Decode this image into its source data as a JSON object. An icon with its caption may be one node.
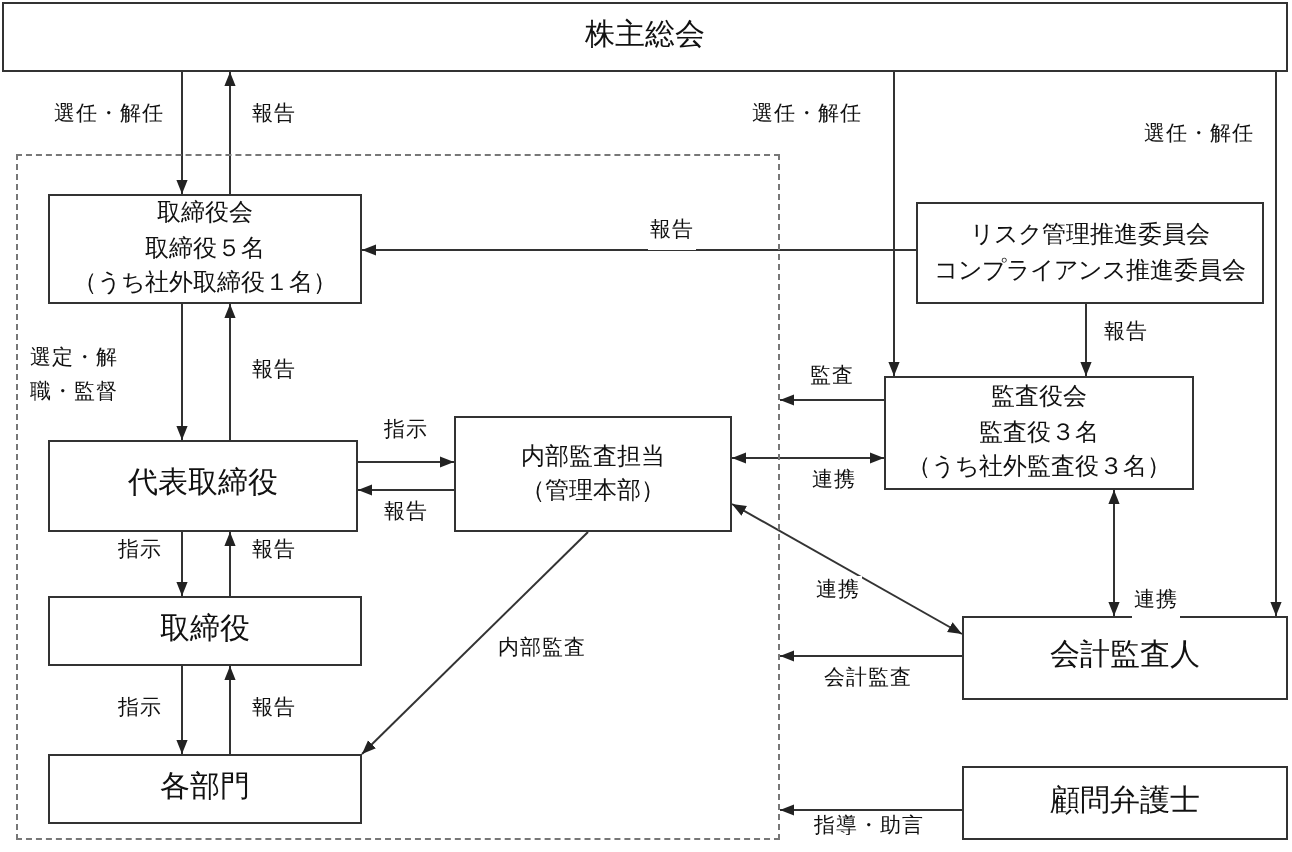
{
  "diagram": {
    "nodes": [
      {
        "text": [
          "株主総会"
        ]
      },
      {
        "text": [],
        "shape": "box"
      },
      {
        "text": [
          "取締役会",
          "取締役５名",
          "（うち社外取締役１名）"
        ],
        "in": 1
      },
      {
        "text": [
          "代表取締役"
        ],
        "in": 1
      },
      {
        "text": [
          "取締役"
        ],
        "in": 1
      },
      {
        "text": [
          "各部門"
        ],
        "in": 1
      },
      {
        "text": [
          "内部監査担当",
          "（管理本部）"
        ],
        "in": 1
      },
      {
        "text": [
          "リスク管理推進委員会",
          "コンプライアンス推進委員会"
        ]
      },
      {
        "text": [
          "監査役会",
          "監査役３名",
          "（うち社外監査役３名）"
        ]
      },
      {
        "text": [
          "会計監査人"
        ]
      },
      {
        "text": [
          "顧問弁護士"
        ]
      }
    ],
    "edges": [
      {
        "from": 0,
        "to": 2,
        "arrow": "to",
        "label": "選任・解任"
      },
      {
        "from": 2,
        "to": 0,
        "arrow": "to",
        "label": "報告"
      },
      {
        "from": 0,
        "to": 8,
        "arrow": "to",
        "label": "選任・解任"
      },
      {
        "from": 0,
        "to": 9,
        "arrow": "to",
        "label": "選任・解任"
      },
      {
        "from": 7,
        "to": 2,
        "arrow": "to",
        "label": "報告"
      },
      {
        "from": 7,
        "to": 8,
        "arrow": "to",
        "label": "報告"
      },
      {
        "from": 2,
        "to": 3,
        "arrow": "to",
        "label": "選定・解職・監督"
      },
      {
        "from": 3,
        "to": 2,
        "arrow": "to",
        "label": "報告"
      },
      {
        "from": 3,
        "to": 6,
        "arrow": "to",
        "label": "指示"
      },
      {
        "from": 6,
        "to": 3,
        "arrow": "to",
        "label": "報告"
      },
      {
        "from": 3,
        "to": 4,
        "arrow": "to",
        "label": "指示"
      },
      {
        "from": 4,
        "to": 3,
        "arrow": "to",
        "label": "報告"
      },
      {
        "from": 4,
        "to": 5,
        "arrow": "to",
        "label": "指示"
      },
      {
        "from": 5,
        "to": 4,
        "arrow": "to",
        "label": "報告"
      },
      {
        "from": 6,
        "to": 5,
        "arrow": "to",
        "label": "内部監査"
      },
      {
        "from": 8,
        "to": 1,
        "arrow": "to",
        "label": "監査"
      },
      {
        "from": 8,
        "to": 6,
        "arrow": "both",
        "label": "連携"
      },
      {
        "from": 9,
        "to": 6,
        "arrow": "both",
        "label": "連携"
      },
      {
        "from": 9,
        "to": 8,
        "arrow": "both",
        "label": "連携"
      },
      {
        "from": 9,
        "to": 1,
        "arrow": "to",
        "label": "会計監査"
      },
      {
        "from": 10,
        "to": 1,
        "arrow": "to",
        "label": "指導・助言"
      }
    ]
  }
}
